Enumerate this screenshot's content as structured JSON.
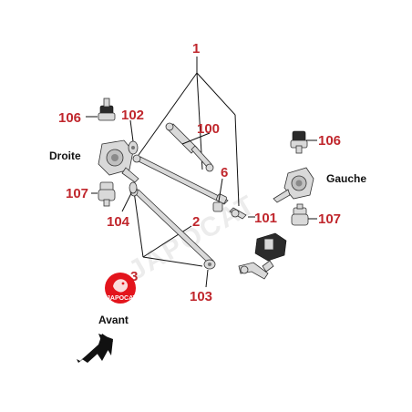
{
  "labels": {
    "n1": "1",
    "n2": "2",
    "n3": "3",
    "n6": "6",
    "n100": "100",
    "n101": "101",
    "n102": "102",
    "n103": "103",
    "n104": "104",
    "n106_left": "106",
    "n106_right": "106",
    "n107_left": "107",
    "n107_right": "107"
  },
  "sides": {
    "right": "Droite",
    "left": "Gauche",
    "front": "Avant"
  },
  "watermark": "JAPOCAT",
  "logo": {
    "text": "JAPOCAT",
    "color": "#e3141c"
  },
  "colors": {
    "label": "#c0272d",
    "arrow": "#111111"
  }
}
